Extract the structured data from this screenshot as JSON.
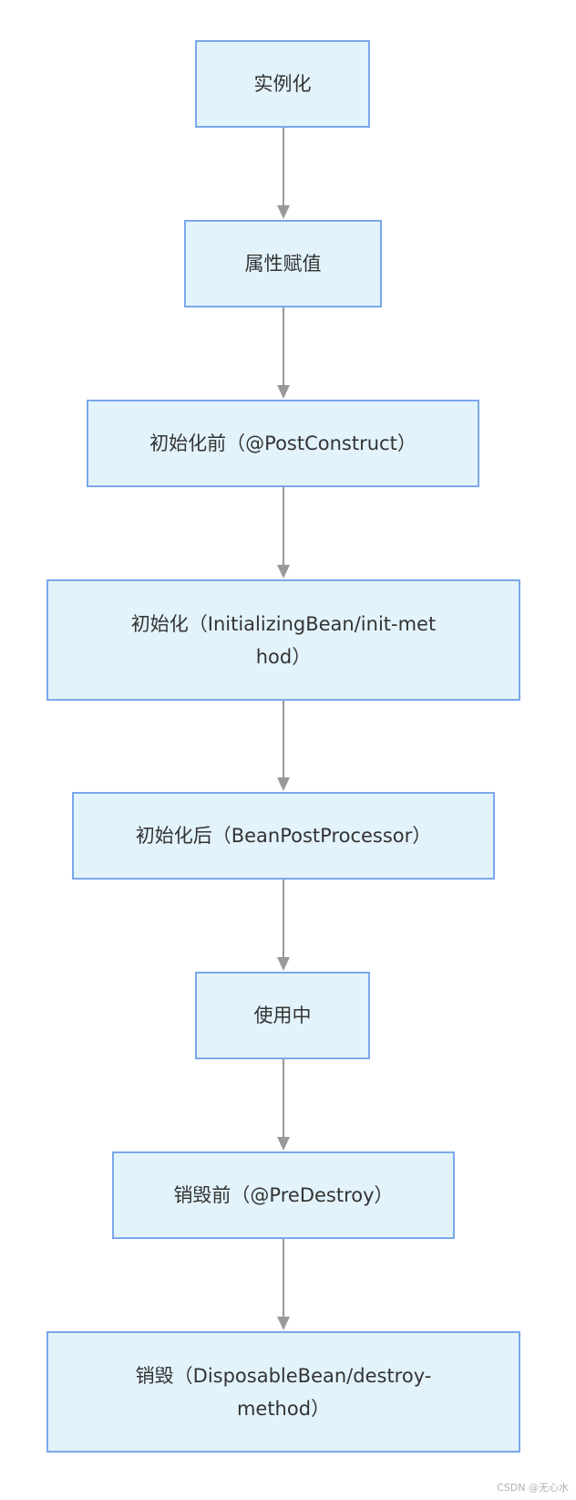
{
  "diagram": {
    "type": "flowchart",
    "direction": "top-to-bottom",
    "nodes": [
      {
        "id": "n1",
        "label": "实例化"
      },
      {
        "id": "n2",
        "label": "属性赋值"
      },
      {
        "id": "n3",
        "label": "初始化前（@PostConstruct）"
      },
      {
        "id": "n4",
        "label": "初始化（InitializingBean/init-method）"
      },
      {
        "id": "n5",
        "label": "初始化后（BeanPostProcessor）"
      },
      {
        "id": "n6",
        "label": "使用中"
      },
      {
        "id": "n7",
        "label": "销毁前（@PreDestroy）"
      },
      {
        "id": "n8",
        "label": "销毁（DisposableBean/destroy-method）"
      }
    ],
    "edges": [
      {
        "from": "n1",
        "to": "n2"
      },
      {
        "from": "n2",
        "to": "n3"
      },
      {
        "from": "n3",
        "to": "n4"
      },
      {
        "from": "n4",
        "to": "n5"
      },
      {
        "from": "n5",
        "to": "n6"
      },
      {
        "from": "n6",
        "to": "n7"
      },
      {
        "from": "n7",
        "to": "n8"
      }
    ],
    "colors": {
      "node_fill": "#e3f3fb",
      "node_border": "#7aa8ea",
      "edge": "#999999",
      "text": "#333333"
    }
  },
  "watermark": "CSDN @无心水"
}
